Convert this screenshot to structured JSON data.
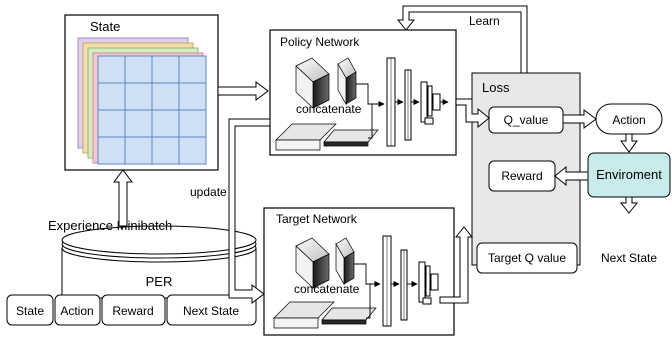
{
  "state": {
    "title": "State"
  },
  "policy": {
    "title": "Policy Network",
    "concat": "concatenate"
  },
  "target": {
    "title": "Target Network",
    "concat": "concatenate"
  },
  "loss": {
    "title": "Loss",
    "q_value": "Q_value",
    "target_q": "Target Q value"
  },
  "learn": "Learn",
  "update": "update",
  "experience": "Experience Minibatch",
  "per": {
    "title": "PER",
    "fields": [
      "State",
      "Action",
      "Reward",
      "Next State"
    ]
  },
  "action": "Action",
  "reward": "Reward",
  "environment": "Enviroment",
  "next_state": "Next State",
  "colors": {
    "grid_fill": "#cfe0f5",
    "grid_stroke": "#5a86c6",
    "layer_pink": "#f3c9cf",
    "layer_tan": "#f3dcae",
    "layer_green": "#d6ecc3",
    "layer_purple": "#ddd0ee",
    "loss_fill": "#e8e8e8",
    "env_fill": "#c8ecec"
  }
}
